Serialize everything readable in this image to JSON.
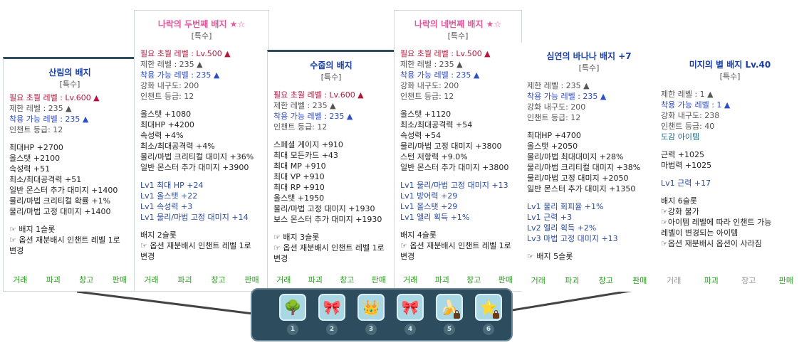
{
  "cards": [
    {
      "id": "c1",
      "title": "산림의 배지",
      "category": "[특수]",
      "requirements": [
        {
          "text": "필요 초월 레벨 : Lv.600 ▲",
          "style": "red"
        },
        {
          "text": "제한 레벨 : 235 ▲",
          "style": "gray"
        },
        {
          "text": "착용 가능 레벨 : 235 ▲",
          "style": "blue"
        },
        {
          "text": "인챈트 등급: 12",
          "style": "gray"
        }
      ],
      "stats": [
        "최대HP +2700",
        "올스탯 +2100",
        "속성력 +51",
        "최소/최대공격력 +51",
        "일반 몬스터 추가 대미지 +1400",
        "물리/마법 크리티컬 확률 +1%",
        "물리/마법 고정 대미지 +1400"
      ],
      "level_bonus": [],
      "notes": [
        "☞ 배지 1슬롯",
        "☞ 옵션 재분배시 인챈트 레벨 1로",
        "변경"
      ],
      "actions": [
        "거래",
        "파괴",
        "창고",
        "판매"
      ]
    },
    {
      "id": "c2",
      "title": "나락의 두번째 배지 ★☆",
      "category": "[특수]",
      "requirements": [
        {
          "text": "필요 초월 레벨 : Lv.500 ▲",
          "style": "red"
        },
        {
          "text": "제한 레벨 : 235 ▲",
          "style": "gray"
        },
        {
          "text": "착용 가능 레벨 : 235 ▲",
          "style": "blue"
        },
        {
          "text": "강화 내구도: 200",
          "style": "gray"
        },
        {
          "text": "인챈트 등급: 12",
          "style": "gray"
        }
      ],
      "stats": [
        "올스탯 +1080",
        "최대HP +4200",
        "속성력 +4%",
        "최소/최대공격력 +4%",
        "물리/마법 크리티컬 대미지 +36%",
        "일반 몬스터 추가 대미지 +3900"
      ],
      "level_bonus": [
        "Lv1 최대 HP +24",
        "Lv1 올스탯 +22",
        "Lv1 속성력 +3",
        "Lv1 물리/마법 고정 대미지 +14"
      ],
      "notes": [
        "배지 2슬롯",
        "☞ 옵션 재분배시 인챈트 레벨 1로",
        "변경"
      ],
      "actions": [
        "거래",
        "파괴",
        "창고",
        "판매"
      ]
    },
    {
      "id": "c3",
      "title": "수줍의 배지",
      "category": "[특수]",
      "requirements": [
        {
          "text": "필요 초월 레벨 : Lv.600 ▲",
          "style": "red"
        },
        {
          "text": "제한 레벨 : 235 ▲",
          "style": "gray"
        },
        {
          "text": "착용 가능 레벨 : 235 ▲",
          "style": "blue"
        },
        {
          "text": "인챈트 등급: 12",
          "style": "gray"
        }
      ],
      "stats": [
        "스페셜 게이지 +910",
        "최대 모든카드 +43",
        "최대 MP +910",
        "최대 VP +910",
        "최대 RP +910",
        "올스탯 +1950",
        "물리/마법 고정 대미지 +1930",
        "보스 몬스터 추가 대미지 +1930"
      ],
      "level_bonus": [],
      "notes": [
        "☞ 배지 3슬롯",
        "☞ 옵션 재분배시 인챈트 레벨 1로",
        "변경"
      ],
      "actions": [
        "거래",
        "파괴",
        "창고",
        "판매"
      ]
    },
    {
      "id": "c4",
      "title": "나락의 네번째 배지 ★☆",
      "category": "[특수]",
      "requirements": [
        {
          "text": "필요 초월 레벨 : Lv.500 ▲",
          "style": "red"
        },
        {
          "text": "제한 레벨 : 235 ▲",
          "style": "gray"
        },
        {
          "text": "착용 가능 레벨 : 235 ▲",
          "style": "blue"
        },
        {
          "text": "강화 내구도: 200",
          "style": "gray"
        },
        {
          "text": "인챈트 등급: 12",
          "style": "gray"
        }
      ],
      "stats": [
        "올스탯 +1120",
        "최소/최대공격력 +54",
        "속성력 +54",
        "물리/마법 고정 대미지 +3800",
        "스턴 저항력 +9.0%",
        "일반 몬스터 추가 대미지 +3800"
      ],
      "level_bonus": [
        "Lv1 물리/마법 고정 대미지 +13",
        "Lv1 방어력 +29",
        "Lv1 올스탯 +29",
        "Lv1 엘리 획득 +1%"
      ],
      "notes": [
        "배지 4슬롯",
        "☞ 옵션 재분배시 인챈트 레벨 1로",
        "변경"
      ],
      "actions": [
        "거래",
        "파괴",
        "창고",
        "판매"
      ]
    },
    {
      "id": "c5",
      "title": "심연의 바나나 배지 +7",
      "category": "[특수]",
      "requirements": [
        {
          "text": "제한 레벨 : 235 ▲",
          "style": "gray"
        },
        {
          "text": "착용 가능 레벨 : 235 ▲",
          "style": "blue"
        },
        {
          "text": "강화 내구도: 200",
          "style": "gray"
        },
        {
          "text": "인챈트 등급: 12",
          "style": "gray"
        }
      ],
      "stats": [
        "최대HP +4700",
        "올스탯 +2050",
        "물리/마법 최대대미지 +28%",
        "물리/마법 크리티컬 대미지 +38%",
        "물리/마법 고정 대미지 +2050",
        "일반 몬스터 추가 대미지 +1350"
      ],
      "level_bonus": [
        "Lv1 물리 회피율 +1%",
        "Lv1 근력 +3",
        "Lv2 엘리 획득 +2%",
        "Lv3 마법 고정 대미지 +13"
      ],
      "notes": [
        "☞ 배지 5슬롯"
      ],
      "actions": [
        "거래",
        "파괴",
        "창고",
        "판매"
      ]
    },
    {
      "id": "c6",
      "title": "미지의 별 배지 Lv.40",
      "category": "[특수]",
      "requirements": [
        {
          "text": "제한 레벨 : 1 ▲",
          "style": "gray"
        },
        {
          "text": "착용 가능 레벨 : 1 ▲",
          "style": "blue"
        },
        {
          "text": "강화 내구도: 238",
          "style": "gray"
        },
        {
          "text": "인챈트 등급: 40",
          "style": "gray"
        },
        {
          "text": "도감 아이템",
          "style": "teal"
        }
      ],
      "stats": [
        "근력 +1025",
        "마법력 +1025"
      ],
      "level_bonus": [
        "Lv1 근력 +17"
      ],
      "notes": [
        "배지 6슬롯",
        "☞강화 불가",
        "☞아이템 레벨에 따라 인챈트 가능",
        "레벨이 변경되는 아이템",
        "☞옵션 재분배시 옵션이 사라짐"
      ],
      "actions": [
        "거래",
        "파괴",
        "창고",
        "판매"
      ]
    }
  ],
  "slots": [
    {
      "number": "1",
      "icon": "tree-badge-icon",
      "locked": false
    },
    {
      "number": "2",
      "icon": "ribbon-badge-icon",
      "locked": false
    },
    {
      "number": "3",
      "icon": "crown-badge-icon",
      "locked": false
    },
    {
      "number": "4",
      "icon": "ribbon-badge-icon",
      "locked": false
    },
    {
      "number": "5",
      "icon": "banana-badge-icon",
      "locked": true
    },
    {
      "number": "6",
      "icon": "star-badge-icon",
      "locked": true
    }
  ],
  "colors": {
    "accent_pink": "#e0579a",
    "accent_blue": "#1a3ea8",
    "action_green": "#2a9b1e",
    "requirement_red": "#b3163b"
  }
}
